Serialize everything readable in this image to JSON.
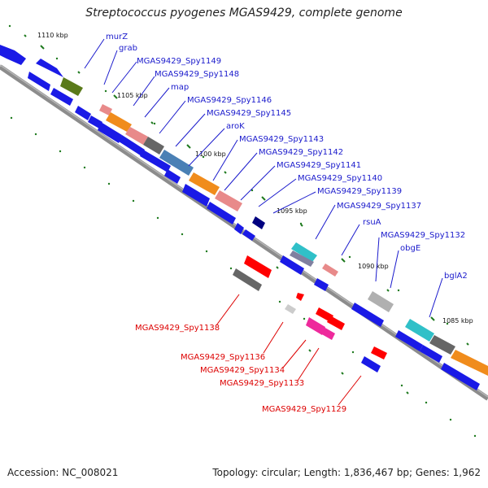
{
  "title": "Streptococcus pyogenes MGAS9429, complete genome",
  "footer": {
    "accession": "Accession: NC_008021",
    "topology": "Topology: circular; Length: 1,836,467 bp; Genes: 1,962"
  },
  "colors": {
    "backbone": "#8c8c8c",
    "cds": "#1a1ae6",
    "label_forward": "#1a1acc",
    "label_reverse": "#dd0000",
    "tick": "#1e7a1e"
  },
  "scale_labels": [
    "1110 kbp",
    "1105 kbp",
    "1100 kbp",
    "1095 kbp",
    "1090 kbp",
    "1085 kbp"
  ],
  "gene_labels_forward": [
    "murZ",
    "grab",
    "MGAS9429_Spy1149",
    "MGAS9429_Spy1148",
    "map",
    "MGAS9429_Spy1146",
    "MGAS9429_Spy1145",
    "aroK",
    "MGAS9429_Spy1143",
    "MGAS9429_Spy1142",
    "MGAS9429_Spy1141",
    "MGAS9429_Spy1140",
    "MGAS9429_Spy1139",
    "MGAS9429_Spy1137",
    "rsuA",
    "MGAS9429_Spy1132",
    "obgE",
    "bglA2"
  ],
  "gene_labels_reverse": [
    "MGAS9429_Spy1138",
    "MGAS9429_Spy1136",
    "MGAS9429_Spy1134",
    "MGAS9429_Spy1133",
    "MGAS9429_Spy1129"
  ]
}
